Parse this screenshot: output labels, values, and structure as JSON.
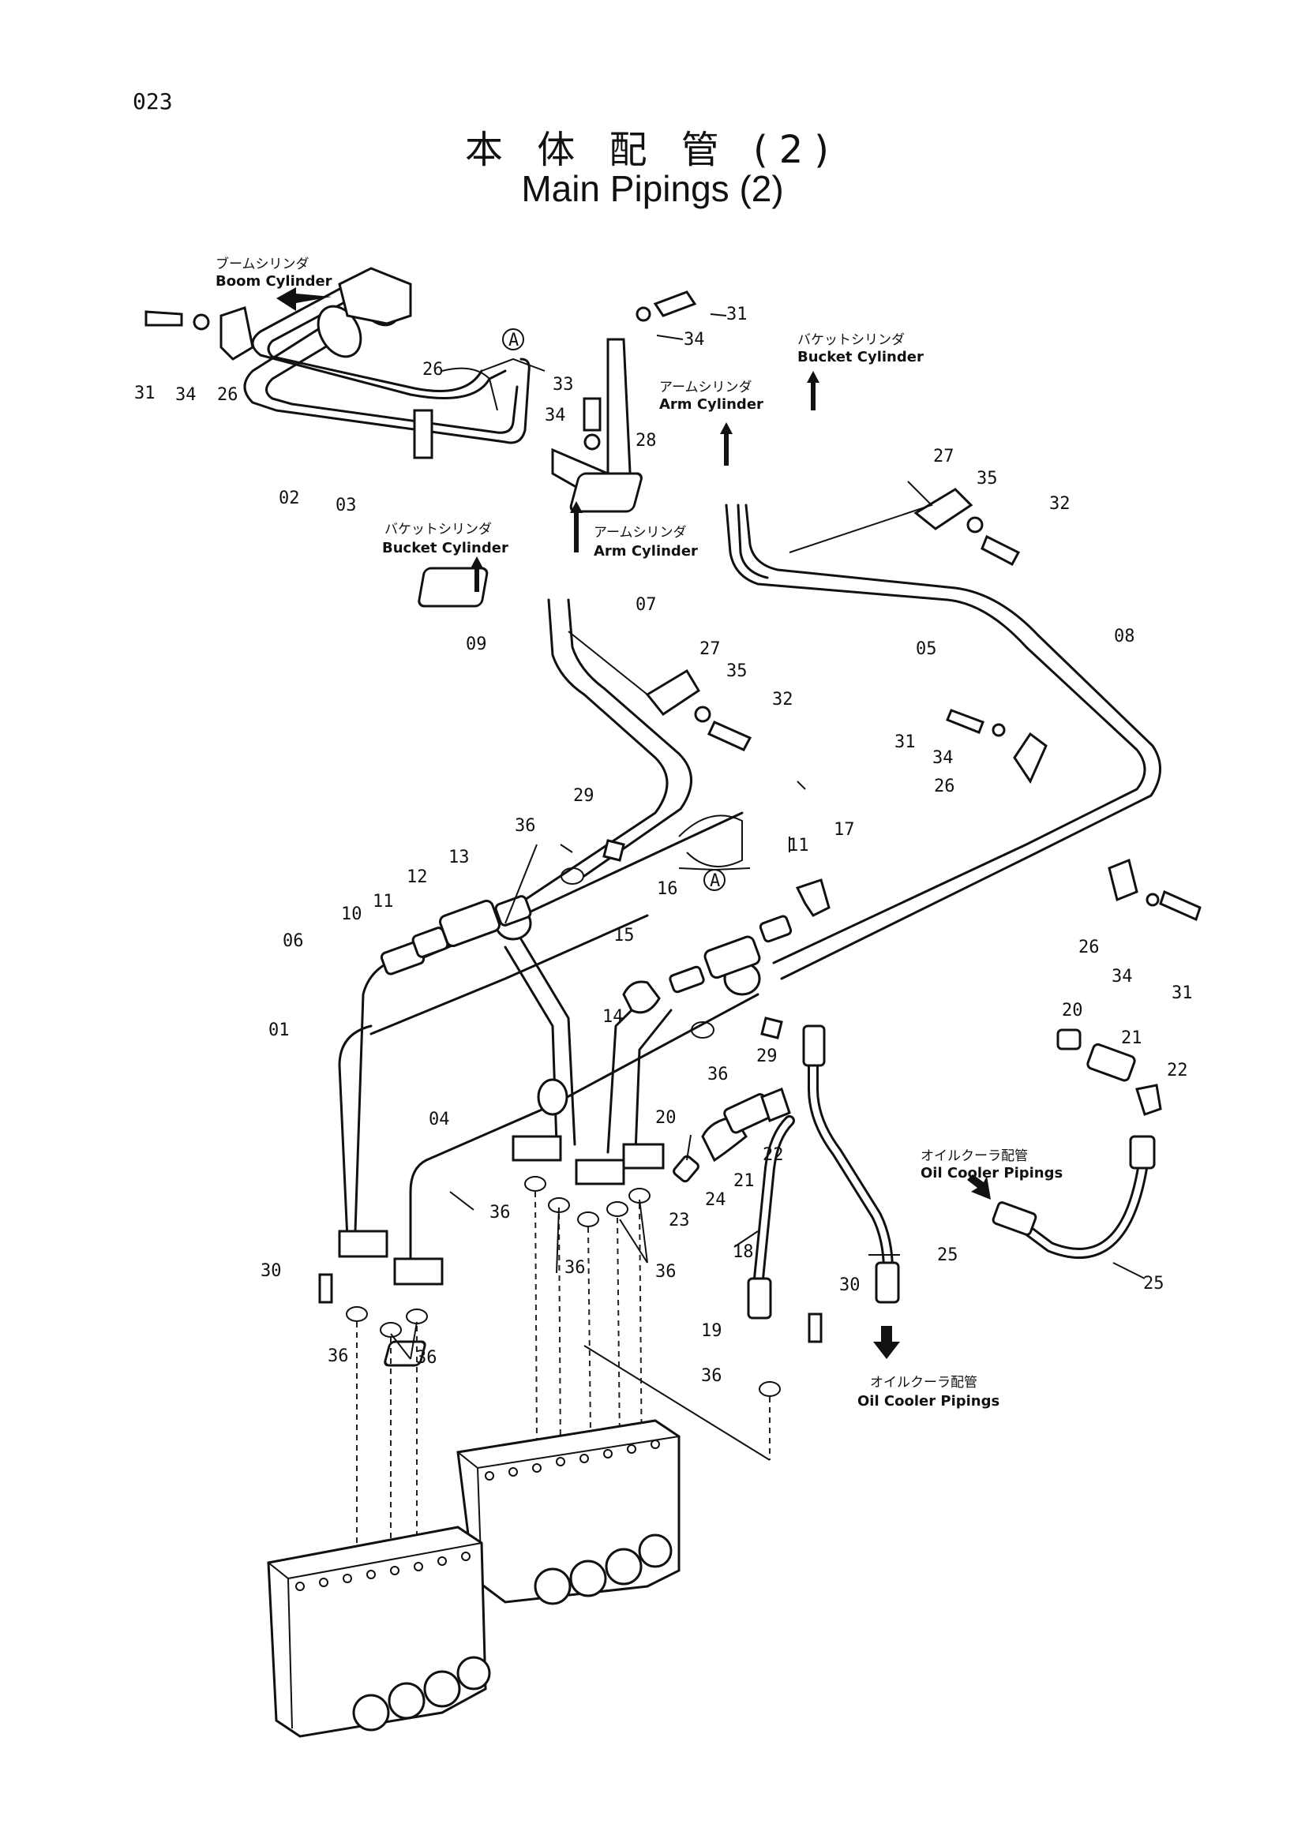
{
  "page_number": "023",
  "title_jp": "本 体 配 管 (2)",
  "title_en": "Main Pipings (2)",
  "labels": [
    {
      "jp": "ブームシリンダ",
      "en": "Boom Cylinder"
    },
    {
      "jp": "バケットシリンダ",
      "en": "Bucket Cylinder"
    },
    {
      "jp": "アームシリンダ",
      "en": "Arm Cylinder"
    },
    {
      "jp": "バケットシリンダ",
      "en": "Bucket Cylinder"
    },
    {
      "jp": "アームシリンダ",
      "en": "Arm Cylinder"
    },
    {
      "jp": "オイルクーラ配管",
      "en": "Oil Cooler Pipings"
    },
    {
      "jp": "オイルクーラ配管",
      "en": "Oil Cooler Pipings"
    }
  ],
  "detail_marker": "A",
  "callouts": [
    "31",
    "34",
    "26",
    "02",
    "03",
    "26",
    "33",
    "34",
    "28",
    "31",
    "34",
    "27",
    "35",
    "32",
    "08",
    "05",
    "09",
    "07",
    "27",
    "35",
    "32",
    "31",
    "34",
    "26",
    "29",
    "36",
    "13",
    "12",
    "11",
    "10",
    "06",
    "01",
    "11",
    "17",
    "16",
    "15",
    "14",
    "29",
    "36",
    "04",
    "20",
    "21",
    "22",
    "26",
    "34",
    "31",
    "20",
    "21",
    "22",
    "24",
    "23",
    "36",
    "36",
    "36",
    "30",
    "18",
    "25",
    "25",
    "30",
    "19",
    "36",
    "36",
    "36"
  ]
}
